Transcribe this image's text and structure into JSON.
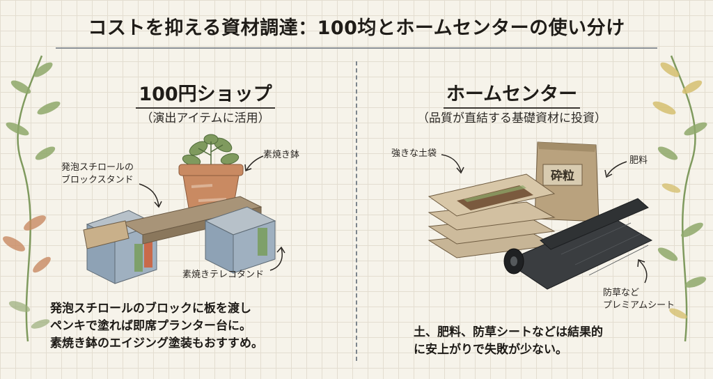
{
  "title": "コストを抑える資材調達：100均とホームセンターの使い分け",
  "left": {
    "heading": "100円ショップ",
    "subheading": "（演出アイテムに活用）",
    "labels": {
      "styrofoam": "発泡スチロールの",
      "styrofoam2": "ブロックスタンド",
      "pot": "素焼き鉢",
      "terracotta": "素焼きテレコタンド"
    },
    "description": [
      "発泡スチロールのブロックに板を渡し",
      "ペンキで塗れば即席プランター台に。",
      "素焼き鉢のエイジング塗装もおすすめ。"
    ]
  },
  "right": {
    "heading": "ホームセンター",
    "subheading": "（品質が直結する基礎資材に投資）",
    "labels": {
      "soil_bag": "強きな土袋",
      "fertilizer": "肥料",
      "sheet1": "防草など",
      "sheet2": "プレミアムシート"
    },
    "fertilizer_bag_text": "砕粒",
    "description": [
      "土、肥料、防草シートなどは結果的",
      "に安上がりで失敗が少ない。"
    ]
  },
  "colors": {
    "leaf": "#7f9a5e",
    "terracotta": "#c98a62",
    "block_blue": "#8ea2b5",
    "sheet": "#2f3234"
  }
}
